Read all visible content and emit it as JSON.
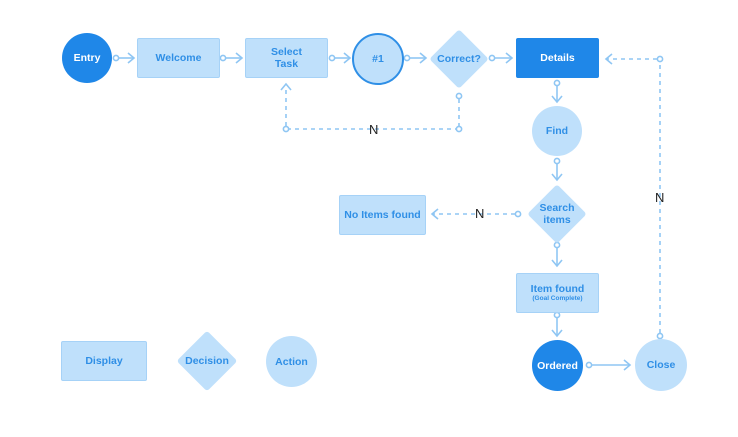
{
  "nodes": {
    "entry": "Entry",
    "welcome": "Welcome",
    "select_task": "Select Task",
    "step_one": "#1",
    "correct": "Correct?",
    "details": "Details",
    "find": "Find",
    "search_items": "Search items",
    "no_items_found": "No Items found",
    "item_found": "Item found",
    "item_found_sub": "(Goal Complete)",
    "ordered": "Ordered",
    "close": "Close"
  },
  "edge_labels": {
    "correct_no": "N",
    "search_no": "N",
    "close_no": "N"
  },
  "legend": {
    "display": "Display",
    "decision": "Decision",
    "action": "Action"
  },
  "colors": {
    "light_fill": "#bfe0fb",
    "dark_fill": "#1f87e8",
    "text": "#2f8fe6",
    "connector": "#8fc6f3"
  }
}
